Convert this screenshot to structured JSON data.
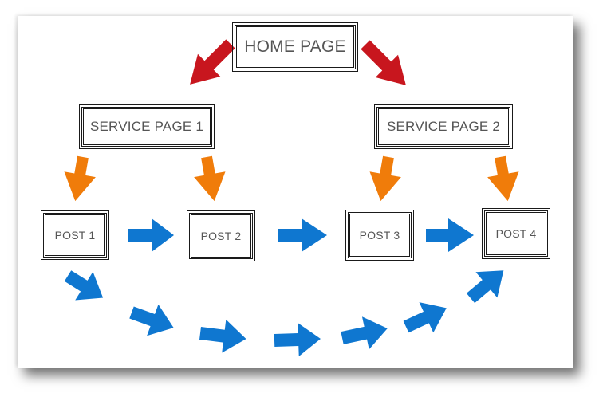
{
  "nodes": {
    "home": "HOME PAGE",
    "service_1": "SERVICE PAGE 1",
    "service_2": "SERVICE PAGE 2",
    "post_1": "POST 1",
    "post_2": "POST 2",
    "post_3": "POST 3",
    "post_4": "POST 4"
  },
  "colors": {
    "red_arrow": "#c8161e",
    "orange_arrow": "#f07c0a",
    "blue_arrow": "#0f77d0",
    "border": "#1a1a1a",
    "text": "#555555"
  },
  "arrows": [
    {
      "from": "home",
      "to": "service_1",
      "color": "red_arrow"
    },
    {
      "from": "home",
      "to": "service_2",
      "color": "red_arrow"
    },
    {
      "from": "service_1",
      "to": "post_1",
      "color": "orange_arrow"
    },
    {
      "from": "service_1",
      "to": "post_2",
      "color": "orange_arrow"
    },
    {
      "from": "service_2",
      "to": "post_3",
      "color": "orange_arrow"
    },
    {
      "from": "service_2",
      "to": "post_4",
      "color": "orange_arrow"
    },
    {
      "from": "post_1",
      "to": "post_2",
      "color": "blue_arrow"
    },
    {
      "from": "post_2",
      "to": "post_3",
      "color": "blue_arrow"
    },
    {
      "from": "post_3",
      "to": "post_4",
      "color": "blue_arrow"
    },
    {
      "from": "post_1",
      "to": "post_4",
      "color": "blue_arrow",
      "path": "curved-below"
    }
  ]
}
